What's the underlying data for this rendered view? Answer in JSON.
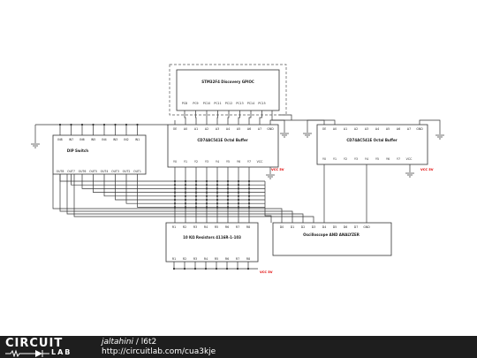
{
  "blocks": {
    "stm": {
      "title": "STM32F4 Discovery GPIOC",
      "pins": [
        "PC8",
        "PC9",
        "PC10",
        "PC11",
        "PC12",
        "PC13",
        "PC14",
        "PC15"
      ]
    },
    "buf1": {
      "title": "CD74AC541E Octal Buffer",
      "top_pins": [
        "OE",
        "A0",
        "A1",
        "A2",
        "A3",
        "A4",
        "A5",
        "A6",
        "A7",
        "GND"
      ],
      "bottom_pins": [
        "Y0",
        "Y1",
        "Y2",
        "Y3",
        "Y4",
        "Y5",
        "Y6",
        "Y7",
        "VCC"
      ]
    },
    "buf2": {
      "title": "CD74AC541E Octal Buffer",
      "top_pins": [
        "OE",
        "A0",
        "A1",
        "A2",
        "A3",
        "A4",
        "A5",
        "A6",
        "A7",
        "GND"
      ],
      "bottom_pins": [
        "Y0",
        "Y1",
        "Y2",
        "Y3",
        "Y4",
        "Y5",
        "Y6",
        "Y7",
        "VCC"
      ]
    },
    "dip": {
      "title": "DIP Switch",
      "top_pins": [
        "IN8",
        "IN7",
        "IN6",
        "IN5",
        "IN4",
        "IN3",
        "IN2",
        "IN1"
      ],
      "bottom_pins": [
        "OUT8",
        "OUT7",
        "OUT6",
        "OUT5",
        "OUT4",
        "OUT3",
        "OUT2",
        "OUT1"
      ]
    },
    "res": {
      "title": "10 KΩ Resistors 4116R-1-103",
      "top_pins": [
        "R1",
        "R2",
        "R3",
        "R4",
        "R5",
        "R6",
        "R7",
        "R8"
      ],
      "bottom_pins": [
        "R1",
        "R2",
        "R3",
        "R4",
        "R5",
        "R6",
        "R7",
        "R8"
      ]
    },
    "osc": {
      "title": "Oscilloscope AND ANALYZER",
      "pins": [
        "D0",
        "D1",
        "D2",
        "D3",
        "D4",
        "D5",
        "D6",
        "D7",
        "GND"
      ]
    }
  },
  "labels": {
    "vcc": "VCC 5V"
  },
  "colors": {
    "wire": "#333333",
    "vcc": "#e00000",
    "footer_bg": "#1e1e1e"
  },
  "footer": {
    "logo_top": "CIRCUIT",
    "logo_bottom": "LAB",
    "author": "jaltahini",
    "separator": " / ",
    "project": "l6t2",
    "url": "http://circuitlab.com/cua3kje"
  }
}
